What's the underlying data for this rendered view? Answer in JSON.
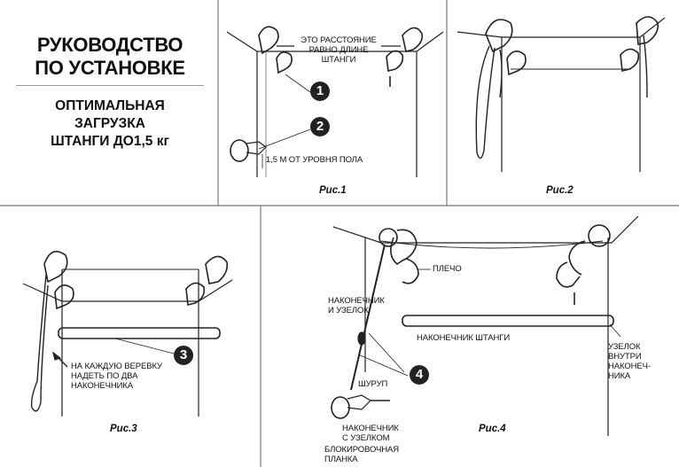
{
  "title": {
    "line1": "РУКОВОДСТВО",
    "line2": "ПО УСТАНОВКЕ"
  },
  "subtitle": {
    "line1": "ОПТИМАЛЬНАЯ",
    "line2": "ЗАГРУЗКА",
    "line3": "ШТАНГИ ДО1,5 кг"
  },
  "fig1": {
    "caption": "Рис.1",
    "note_line1": "ЭТО РАССТОЯНИЕ",
    "note_line2": "РАВНО ДЛИНЕ",
    "note_line3": "ШТАНГИ",
    "floor_note": "1,5 М ОТ УРОВНЯ ПОЛА",
    "step1": "1",
    "step2": "2"
  },
  "fig2": {
    "caption": "Рис.2"
  },
  "fig3": {
    "caption": "Рис.3",
    "note_line1": "НА КАЖДУЮ ВЕРЕВКУ",
    "note_line2": "НАДЕТЬ ПО ДВА",
    "note_line3": "НАКОНЕЧНИКА",
    "step3": "3"
  },
  "fig4": {
    "caption": "Рис.4",
    "shoulder": "ПЛЕЧО",
    "tip_knot_line1": "НАКОНЕЧНИК",
    "tip_knot_line2": "И УЗЕЛОК",
    "rod_tip": "НАКОНЕЧНИК ШТАНГИ",
    "knot_inside_line1": "УЗЕЛОК",
    "knot_inside_line2": "ВНУТРИ",
    "knot_inside_line3": "НАКОНЕЧ-",
    "knot_inside_line4": "НИКА",
    "screw": "ШУРУП",
    "step4": "4",
    "tip_with_knot_line1": "НАКОНЕЧНИК",
    "tip_with_knot_line2": "С УЗЕЛКОМ",
    "lock_line1": "БЛОКИРОВОЧНАЯ",
    "lock_line2": "ПЛАНКА"
  }
}
